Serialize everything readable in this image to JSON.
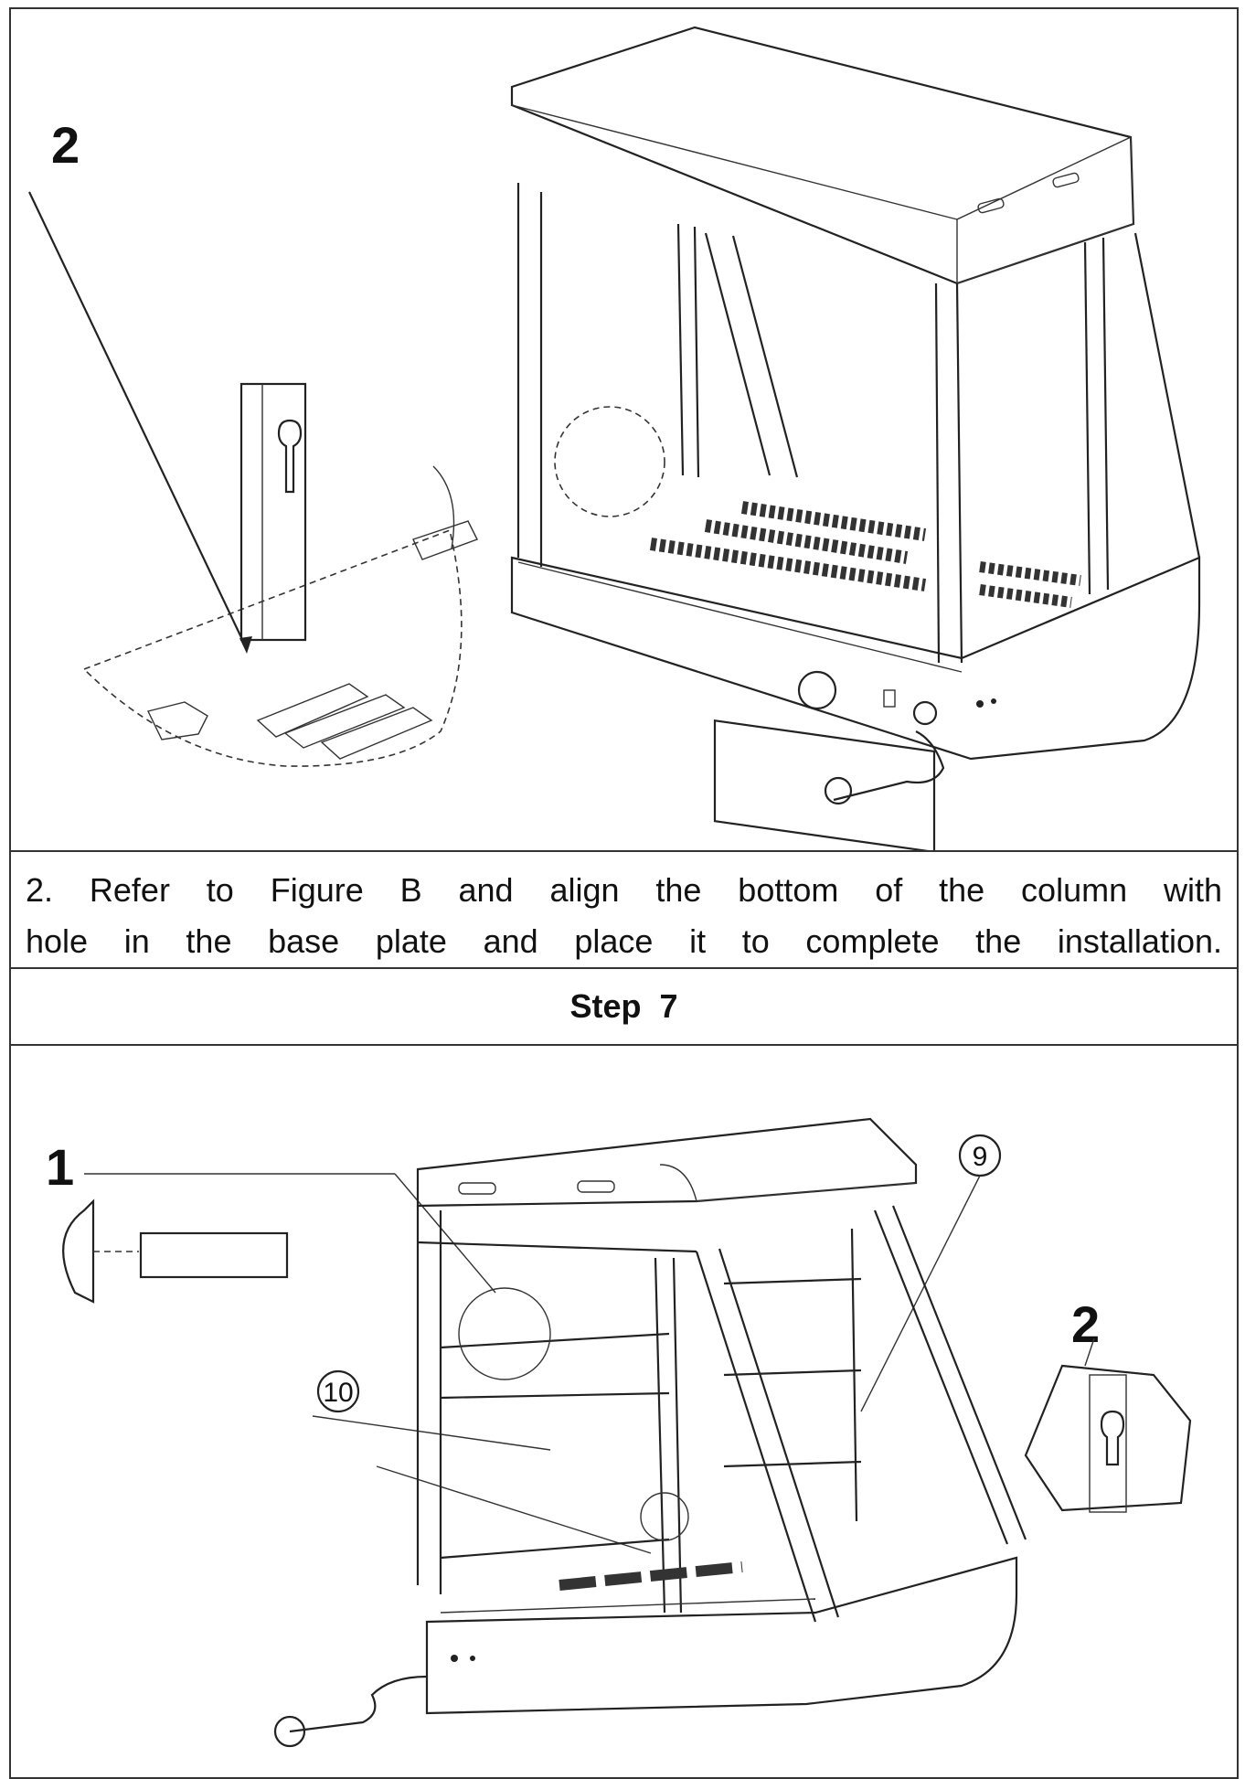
{
  "figure_a": {
    "callout": "2"
  },
  "caption": {
    "line1": "2. Refer to Figure B and align the bottom of the column with",
    "line2": "hole in the base plate and place it to complete the installation."
  },
  "step_label": "Step 7",
  "figure_b": {
    "callout_left": "1",
    "callout_right": "2",
    "part_9": "9",
    "part_10": "10"
  }
}
